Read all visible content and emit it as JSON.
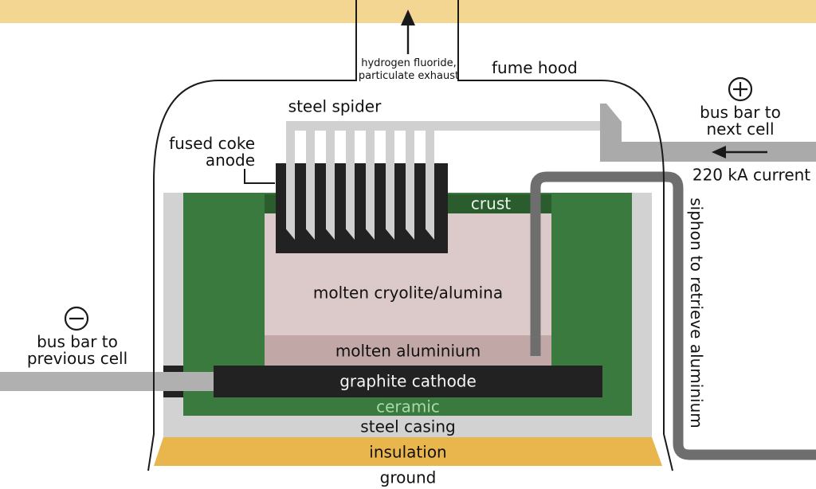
{
  "diagram": {
    "subject": "aluminium electrolysis cell (Hall-Heroult) cross-section"
  },
  "labels": {
    "exhaust": "hydrogen fluoride,\nparticulate exhaust",
    "fume_hood": "fume hood",
    "steel_spider": "steel spider",
    "fused_coke_anode": "fused coke\nanode",
    "bus_bar_next": "bus bar to\nnext cell",
    "current": "220 kA current",
    "siphon": "siphon to retrieve aluminium",
    "crust": "crust",
    "cryolite": "molten cryolite/alumina",
    "molten_aluminium": "molten aluminium",
    "graphite_cathode": "graphite cathode",
    "ceramic": "ceramic",
    "steel_casing": "steel casing",
    "insulation": "insulation",
    "ground": "ground",
    "bus_bar_previous": "bus bar to\nprevious cell"
  },
  "colors": {
    "ceramic_green": "#3a7a3e",
    "crust_dark_green": "#2a5c2d",
    "cryolite_pink": "#dcc9c9",
    "aluminium_mauve": "#c2a7a7",
    "carbon_black": "#222222",
    "steel_casing_gray": "#d2d2d2",
    "spider_gray": "#d0d0d0",
    "bus_bar_gray": "#b0b0b0",
    "connector_gray": "#aaaaaa",
    "siphon_pipe_gray": "#6e6e6e",
    "insulation_orange": "#e9b54d",
    "ground_tan": "#f3d691",
    "crust_text": "#eaf6ea",
    "ceramic_text": "#a9d9ab",
    "outline_black": "#1a1a1a"
  }
}
